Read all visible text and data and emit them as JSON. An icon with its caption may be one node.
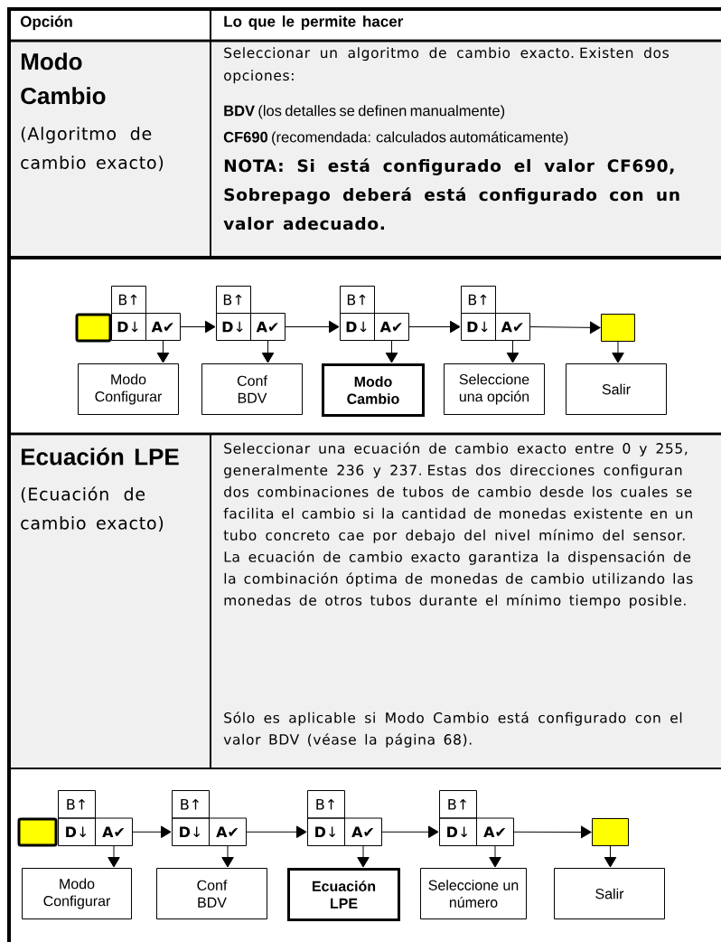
{
  "diagram": {
    "nodes": [
      {
        "text": [],
        "shape": "box"
      },
      {
        "text": [
          "B↑"
        ]
      },
      {
        "text": [
          "**D**↓"
        ]
      },
      {
        "text": [
          "**A**✔"
        ]
      },
      {
        "text": [
          "B↑"
        ]
      },
      {
        "text": [
          "**D**↓"
        ]
      },
      {
        "text": [
          "**A**✔"
        ]
      },
      {
        "text": [
          "B↑"
        ]
      },
      {
        "text": [
          "**D**↓"
        ]
      },
      {
        "text": [
          "**A**✔"
        ]
      },
      {
        "text": [
          "B↑"
        ]
      },
      {
        "text": [
          "**D**↓"
        ]
      },
      {
        "text": [
          "**A**✔"
        ]
      },
      {
        "text": [],
        "shape": "box"
      },
      {
        "text": [
          "Modo Configurar"
        ]
      },
      {
        "text": [
          "Conf BDV"
        ]
      },
      {
        "text": [
          "Modo Cambio"
        ]
      },
      {
        "text": [
          "Seleccione una opción"
        ]
      },
      {
        "text": [
          "Salir"
        ]
      },
      {
        "text": [],
        "shape": "box"
      },
      {
        "text": [
          "B↑"
        ]
      },
      {
        "text": [
          "**D**↓"
        ]
      },
      {
        "text": [
          "**A**✔"
        ]
      },
      {
        "text": [
          "B↑"
        ]
      },
      {
        "text": [
          "**D**↓"
        ]
      },
      {
        "text": [
          "**A**✔"
        ]
      },
      {
        "text": [
          "B↑"
        ]
      },
      {
        "text": [
          "**D**↓"
        ]
      },
      {
        "text": [
          "**A**✔"
        ]
      },
      {
        "text": [
          "B↑"
        ]
      },
      {
        "text": [
          "**D**↓"
        ]
      },
      {
        "text": [
          "**A**✔"
        ]
      },
      {
        "text": [],
        "shape": "box"
      },
      {
        "text": [
          "Modo Configurar"
        ]
      },
      {
        "text": [
          "Conf BDV"
        ]
      },
      {
        "text": [
          "Ecuación LPE"
        ]
      },
      {
        "text": [
          "Seleccione un número"
        ]
      },
      {
        "text": [
          "Salir"
        ]
      }
    ],
    "edges": [
      {
        "from": 3,
        "to": 5,
        "arrow": "to"
      },
      {
        "from": 6,
        "to": 8,
        "arrow": "to"
      },
      {
        "from": 9,
        "to": 11,
        "arrow": "to"
      },
      {
        "from": 12,
        "to": 13,
        "arrow": "to"
      },
      {
        "from": 3,
        "to": 14,
        "arrow": "to"
      },
      {
        "from": 6,
        "to": 15,
        "arrow": "to"
      },
      {
        "from": 9,
        "to": 16,
        "arrow": "to"
      },
      {
        "from": 12,
        "to": 17,
        "arrow": "to"
      },
      {
        "from": 13,
        "to": 18,
        "arrow": "to"
      },
      {
        "from": 22,
        "to": 24,
        "arrow": "to"
      },
      {
        "from": 25,
        "to": 27,
        "arrow": "to"
      },
      {
        "from": 28,
        "to": 30,
        "arrow": "to"
      },
      {
        "from": 31,
        "to": 32,
        "arrow": "to"
      },
      {
        "from": 22,
        "to": 33,
        "arrow": "to"
      },
      {
        "from": 25,
        "to": 34,
        "arrow": "to"
      },
      {
        "from": 28,
        "to": 35,
        "arrow": "to"
      },
      {
        "from": 31,
        "to": 36,
        "arrow": "to"
      },
      {
        "from": 32,
        "to": 37,
        "arrow": "to"
      }
    ],
    "labels": [
      "Opción",
      "Lo que le permite hacer",
      "Modo Cambio",
      "(Algoritmo de cambio exacto)",
      "Seleccionar un algoritmo de cambio exacto. Existen dos opciones:",
      "**BDV** (los detalles se definen manualmente)",
      "**CF690** (recomendada: calculados automáticamente)",
      "NOTA: Si está configurado el valor CF690, Sobrepago deberá está configurado con un valor adecuado.",
      "Ecuación LPE",
      "(Ecuación de cambio exacto)",
      "Seleccionar una ecuación de cambio exacto entre 0 y 255, generalmente 236 y 237. Estas dos direcciones configuran dos combinaciones de tubos de cambio desde los cuales se facilita el cambio si la cantidad de monedas existente en un tubo concreto cae por debajo del nivel mínimo del sensor. La ecuación de cambio exacto garantiza la dispensación de la combinación óptima de monedas de cambio utilizando las monedas de otros tubos durante el mínimo tiempo posible.",
      "Sólo es aplicable si Modo Cambio está configurado con el valor BDV (véase la página 68)."
    ]
  }
}
